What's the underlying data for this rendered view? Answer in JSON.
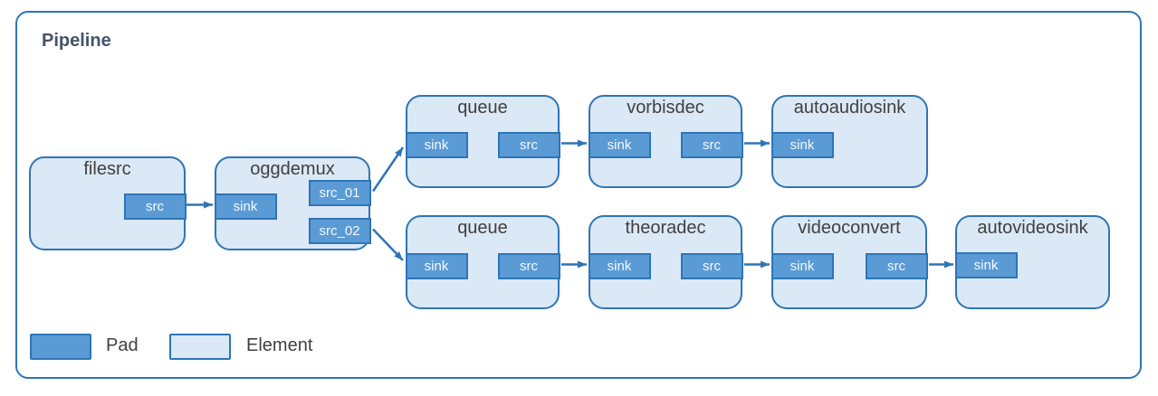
{
  "window": {
    "title": "Pipeline"
  },
  "nodes": {
    "filesrc": {
      "title": "filesrc",
      "pads": {
        "src": "src"
      }
    },
    "oggdemux": {
      "title": "oggdemux",
      "pads": {
        "sink": "sink",
        "src_01": "src_01",
        "src_02": "src_02"
      }
    },
    "queue_audio": {
      "title": "queue",
      "pads": {
        "sink": "sink",
        "src": "src"
      }
    },
    "vorbisdec": {
      "title": "vorbisdec",
      "pads": {
        "sink": "sink",
        "src": "src"
      }
    },
    "autoaudiosink": {
      "title": "autoaudiosink",
      "pads": {
        "sink": "sink"
      }
    },
    "queue_video": {
      "title": "queue",
      "pads": {
        "sink": "sink",
        "src": "src"
      }
    },
    "theoradec": {
      "title": "theoradec",
      "pads": {
        "sink": "sink",
        "src": "src"
      }
    },
    "videoconvert": {
      "title": "videoconvert",
      "pads": {
        "sink": "sink",
        "src": "src"
      }
    },
    "autovideosink": {
      "title": "autovideosink",
      "pads": {
        "sink": "sink"
      }
    }
  },
  "connections": [
    {
      "from": "filesrc.src",
      "to": "oggdemux.sink"
    },
    {
      "from": "oggdemux.src_01",
      "to": "queue_audio.sink"
    },
    {
      "from": "oggdemux.src_02",
      "to": "queue_video.sink"
    },
    {
      "from": "queue_audio.src",
      "to": "vorbisdec.sink"
    },
    {
      "from": "vorbisdec.src",
      "to": "autoaudiosink.sink"
    },
    {
      "from": "queue_video.src",
      "to": "theoradec.sink"
    },
    {
      "from": "theoradec.src",
      "to": "videoconvert.sink"
    },
    {
      "from": "videoconvert.src",
      "to": "autovideosink.sink"
    }
  ],
  "legend": {
    "pad_label": "Pad",
    "element_label": "Element"
  },
  "colors": {
    "pad_fill": "#5b9bd5",
    "element_fill": "#dbe8f6",
    "border": "#2e75b6",
    "arrow": "#2e75b6",
    "pipeline_title_text": "#44546a",
    "element_title_text": "#404040",
    "pad_text": "#ffffff"
  }
}
